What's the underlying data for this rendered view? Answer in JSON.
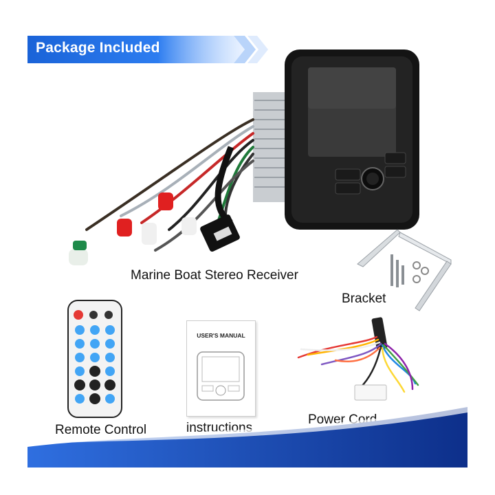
{
  "banner": {
    "title": "Package Included"
  },
  "items": {
    "receiver": {
      "label": "Marine Boat Stereo Receiver"
    },
    "bracket": {
      "label": "Bracket"
    },
    "remote": {
      "label": "Remote Control"
    },
    "manual": {
      "label": "instructions",
      "cover_title": "USER'S MANUAL"
    },
    "power_cord": {
      "label": "Power Cord"
    }
  },
  "colors": {
    "banner_blue": "#1a63d8",
    "wave_blue": "#1e4fc0",
    "wave_dark": "#0d2f8a"
  }
}
